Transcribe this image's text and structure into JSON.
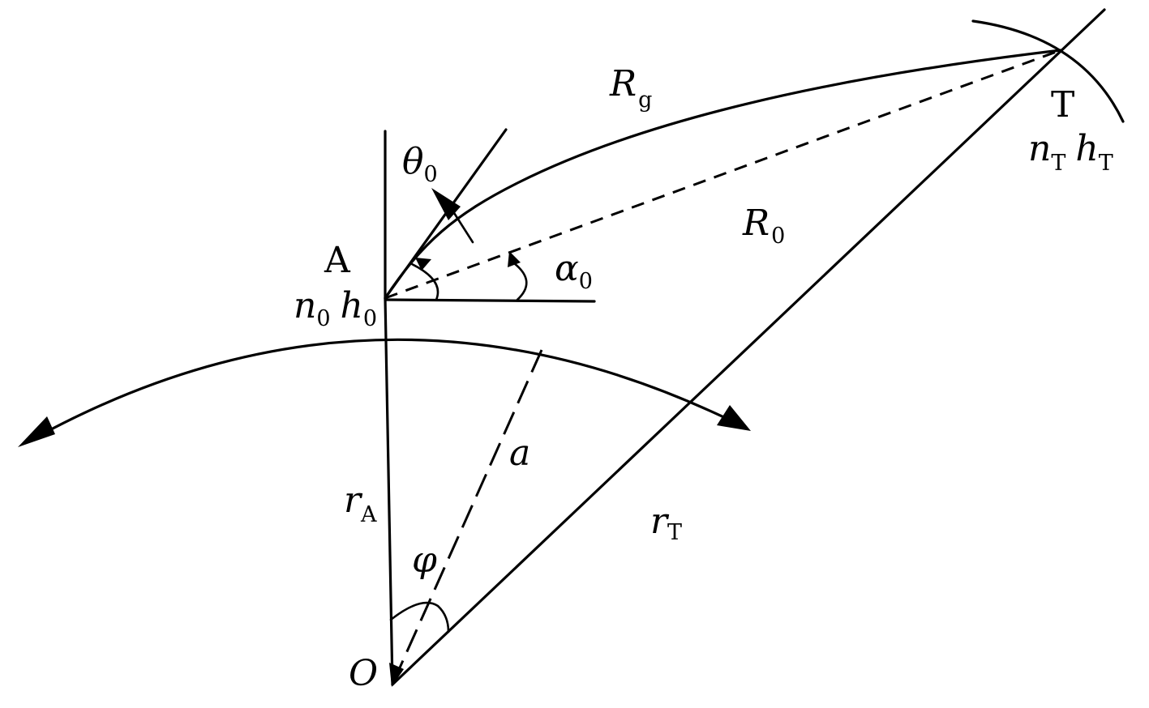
{
  "labels": {
    "A": "A",
    "T": "T",
    "O": "O",
    "R": "R",
    "R_g_sub": "g",
    "R_0_sub": "0",
    "theta": "θ",
    "theta_sub": "0",
    "alpha": "α",
    "alpha_sub": "0",
    "n_A": "n",
    "n_A_sub": "0",
    "h_A": "h",
    "h_A_sub": "0",
    "n_T": "n",
    "n_T_sub": "T",
    "h_T": "h",
    "h_T_sub": "T",
    "a": "a",
    "r_A": "r",
    "r_A_sub": "A",
    "r_T": "r",
    "r_T_sub": "T",
    "phi": "φ"
  }
}
